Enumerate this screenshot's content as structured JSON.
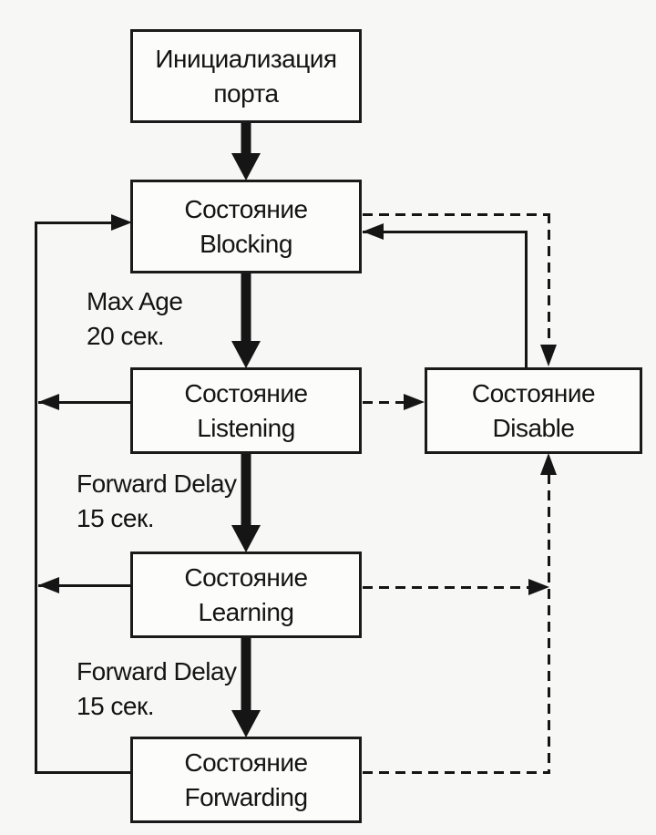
{
  "diagram": {
    "type": "state-transition-flowchart",
    "nodes": {
      "init": {
        "line1": "Инициализация",
        "line2": "порта"
      },
      "blocking": {
        "line1": "Состояние",
        "line2": "Blocking"
      },
      "listening": {
        "line1": "Состояние",
        "line2": "Listening"
      },
      "learning": {
        "line1": "Состояние",
        "line2": "Learning"
      },
      "forwarding": {
        "line1": "Состояние",
        "line2": "Forwarding"
      },
      "disable": {
        "line1": "Состояние",
        "line2": "Disable"
      }
    },
    "edge_labels": {
      "max_age": {
        "line1": "Max Age",
        "line2": "20 сек."
      },
      "forward_delay_1": {
        "line1": "Forward Delay",
        "line2": "15 сек."
      },
      "forward_delay_2": {
        "line1": "Forward Delay",
        "line2": "15 сек."
      }
    },
    "edges": [
      {
        "from": "init",
        "to": "blocking",
        "style": "solid-thick",
        "label": ""
      },
      {
        "from": "blocking",
        "to": "listening",
        "style": "solid-thick",
        "label": "Max Age 20 сек."
      },
      {
        "from": "listening",
        "to": "learning",
        "style": "solid-thick",
        "label": "Forward Delay 15 сек."
      },
      {
        "from": "learning",
        "to": "forwarding",
        "style": "solid-thick",
        "label": "Forward Delay 15 сек."
      },
      {
        "from": "listening",
        "to": "blocking",
        "style": "solid-thin",
        "label": ""
      },
      {
        "from": "learning",
        "to": "blocking",
        "style": "solid-thin",
        "label": ""
      },
      {
        "from": "forwarding",
        "to": "blocking",
        "style": "solid-thin",
        "label": ""
      },
      {
        "from": "disable",
        "to": "blocking",
        "style": "solid-thin",
        "label": ""
      },
      {
        "from": "blocking",
        "to": "disable",
        "style": "dashed",
        "label": ""
      },
      {
        "from": "listening",
        "to": "disable",
        "style": "dashed",
        "label": ""
      },
      {
        "from": "learning",
        "to": "disable",
        "style": "dashed",
        "label": ""
      },
      {
        "from": "forwarding",
        "to": "disable",
        "style": "dashed",
        "label": ""
      }
    ],
    "colors": {
      "line": "#151515",
      "box_border": "#1a1a1a",
      "box_bg": "#fcfcfb",
      "background": "#f7f7f6",
      "text": "#141414"
    }
  }
}
